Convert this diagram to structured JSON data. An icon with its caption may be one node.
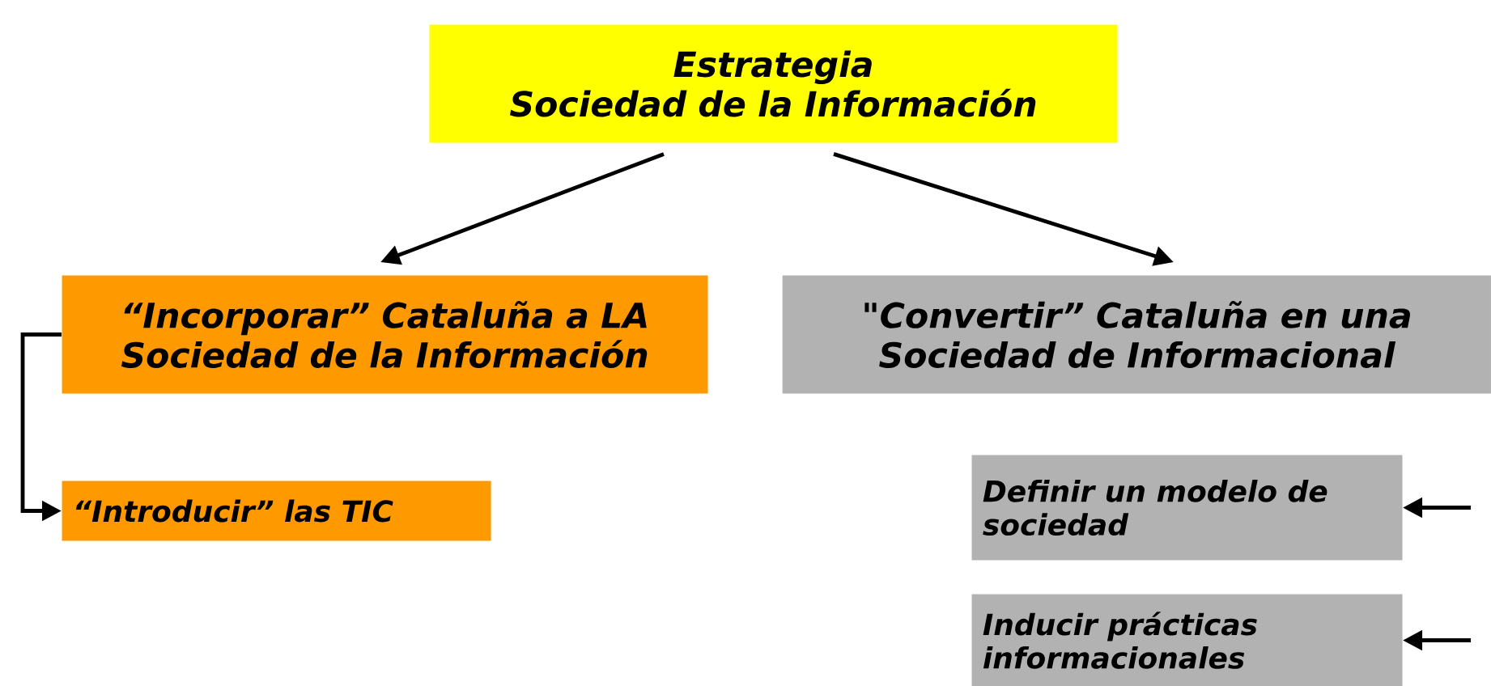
{
  "diagram": {
    "nodes": [
      {
        "text": [
          "Estrategia",
          "Sociedad de la Información"
        ]
      },
      {
        "text": [
          "“Incorporar” Cataluña a LA Sociedad de la Información"
        ]
      },
      {
        "text": [
          "\"Convertir” Cataluña en una Sociedad de Informacional"
        ]
      },
      {
        "text": [
          "“Introducir” las TIC"
        ]
      },
      {
        "text": [
          "Definir un modelo de sociedad"
        ]
      },
      {
        "text": [
          "Inducir prácticas informacionales"
        ]
      }
    ],
    "edges": [
      {
        "from": 0,
        "to": 1,
        "arrow": "to"
      },
      {
        "from": 0,
        "to": 2,
        "arrow": "to"
      },
      {
        "from": 1,
        "to": 3,
        "arrow": "to"
      },
      {
        "from": null,
        "to": 4,
        "arrow": "to"
      },
      {
        "from": null,
        "to": 5,
        "arrow": "to"
      }
    ]
  }
}
